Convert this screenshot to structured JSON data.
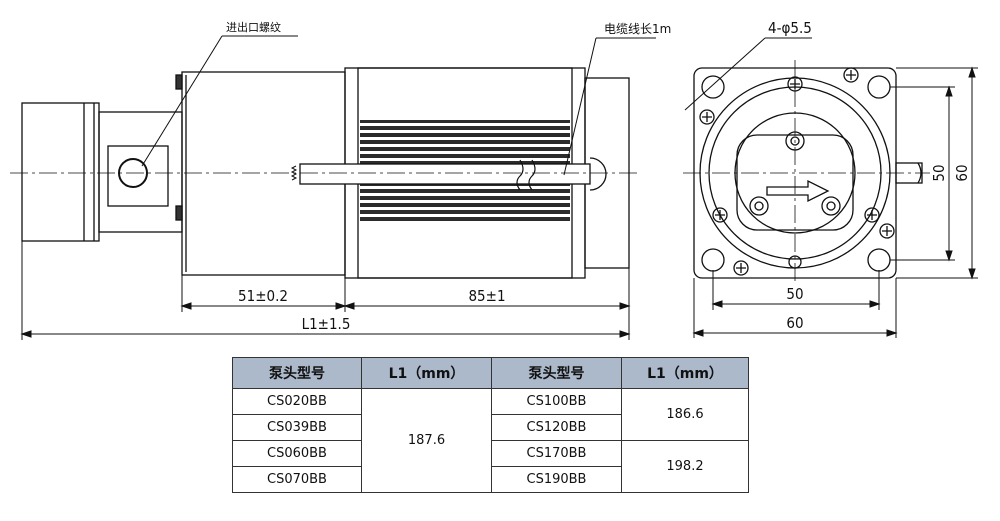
{
  "drawing": {
    "labels": {
      "inlet_outlet_thread": "进出口螺纹",
      "cable_length": "电缆线长1m",
      "hole_spec": "4-φ5.5"
    },
    "dimensions": {
      "pump_length": "51±0.2",
      "motor_length": "85±1",
      "total_length": "L1±1.5",
      "hole_spacing_h": "50",
      "flange_width": "60",
      "hole_spacing_v": "50",
      "flange_height": "60"
    }
  },
  "table": {
    "headers": [
      "泵头型号",
      "L1（mm）",
      "泵头型号",
      "L1（mm）"
    ],
    "left_models": [
      "CS020BB",
      "CS039BB",
      "CS060BB",
      "CS070BB"
    ],
    "left_l1": "187.6",
    "right_models": [
      "CS100BB",
      "CS120BB",
      "CS170BB",
      "CS190BB"
    ],
    "right_l1_top": "186.6",
    "right_l1_bottom": "198.2"
  }
}
